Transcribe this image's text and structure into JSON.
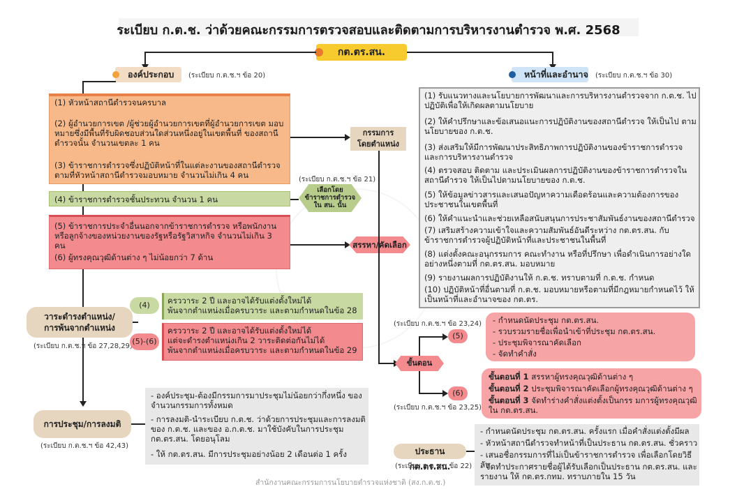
{
  "title": "ระเบียบ ก.ต.ช. ว่าด้วยคณะกรรมการตรวจสอบและติดตามการบริหารงานตำรวจ พ.ศ. 2568",
  "root": "กต.ตร.สน.",
  "composition": {
    "label": "องค์ประกอบ",
    "ref": "(ระเบียบ ก.ต.ช.ฯ ข้อ 20)",
    "items": [
      "(1) หัวหน้าสถานีตำรวจนครบาล",
      "(2) ผู้อำนวยการเขต /ผู้ช่วยผู้อำนวยการเขตที่ผู้อำนวยการเขต มอบหมายซึ่งมีพื้นที่รับผิดชอบส่วนใดส่วนหนึ่งอยู่ในเขตพื้นที่ ของสถานีตำรวจนั้น จำนวนเขตละ 1 คน",
      "(3) ข้าราชการตำรวจซึ่งปฏิบัติหน้าที่ในแต่ละงานของสถานีตำรวจ ตามที่หัวหน้าสถานีตำรวจมอบหมาย จำนวนไม่เกิน 4 คน",
      "(4) ข้าราชการตำรวจชั้นประทวน จำนวน 1 คน",
      "(5) ข้าราชการประจำอื่นนอกจากข้าราชการตำรวจ หรือพนักงาน หรือลูกจ้างของหน่วยงานของรัฐหรือรัฐวิสาหกิจ จำนวนไม่เกิน 3 คน",
      "(6) ผู้ทรงคุณวุฒิด้านต่าง ๆ ไม่น้อยกว่า 7 ด้าน"
    ]
  },
  "by_position": "กรรมการ\nโดยตำแหน่ง",
  "elected": {
    "ref": "(ระเบียบ ก.ต.ช.ฯ ข้อ 21)",
    "text": "เลือกโดย\nข้าราชการตำรวจ\nใน สน. นั้น"
  },
  "recruit": "สรรหา/คัดเลือก",
  "duties": {
    "label": "หน้าที่และอำนาจ",
    "ref": "(ระเบียบ ก.ต.ช.ฯ ข้อ 30)",
    "items": [
      "(1) รับแนวทางและนโยบายการพัฒนาและการบริหารงานตำรวจจาก ก.ต.ช. ไปปฏิบัติเพื่อให้เกิดผลตามนโยบาย",
      "(2) ให้คำปรึกษาและข้อเสนอแนะการปฏิบัติงานของสถานีตำรวจ ให้เป็นไป ตามนโยบายของ ก.ต.ช.",
      "(3) ส่งเสริมให้มีการพัฒนาประสิทธิภาพการปฏิบัติงานของข้าราชการตำรวจ และการบริหารงานตำรวจ",
      "(4) ตรวจสอบ ติดตาม และประเมินผลการปฏิบัติงานของข้าราชการตำรวจใน สถานีตำรวจ ให้เป็นไปตามนโยบายของ ก.ต.ช.",
      "(5) ให้ข้อมูลข่าวสารและเสนอปัญหาความเดือดร้อนและความต้องการของ ประชาชนในเขตพื้นที่",
      "(6) ให้คำแนะนำและช่วยเหลือสนับสนุนการประชาสัมพันธ์งานของสถานีตำรวจ",
      "(7) เสริมสร้างความเข้าใจและความสัมพันธ์อันดีระหว่าง กต.ตร.สน. กับ ข้าราชการตำรวจผู้ปฏิบัติหน้าที่และประชาชนในพื้นที่",
      "(8) แต่งตั้งคณะอนุกรรมการ คณะทำงาน หรือที่ปรึกษา เพื่อดำเนินการอย่างใด อย่างหนึ่งตามที่ กต.ตร.สน. มอบหมาย",
      "(9) รายงานผลการปฏิบัติงานให้ ก.ต.ช. ทราบตามที่ ก.ต.ช. กำหนด",
      "(10) ปฏิบัติหน้าที่อื่นตามที่ ก.ต.ช. มอบหมายหรือตามที่มีกฎหมายกำหนดไว้ ให้เป็นหน้าที่และอำนาจของ กต.ตร."
    ]
  },
  "term": {
    "label": "วาระดำรงตำแหน่ง/\nการพ้นจากตำแหน่ง",
    "ref": "(ระเบียบ ก.ต.ช.ฯ ข้อ 27,28,29)",
    "tag4": "(4)",
    "text4": "ครววาระ 2 ปี และอาจได้รับแต่งตั้งใหม่ได้\nพ้นจากตำแหน่งเมื่อครบวาระ และตามกำหนดในข้อ 28",
    "tag56": "(5)-(6)",
    "text56": "ครววาระ 2 ปี และอาจได้รับแต่งตั้งใหม่ได้\nแต่จะดำรงตำแหน่งเกิน 2 วาระติดต่อกันไม่ได้\nพ้นจากตำแหน่งเมื่อครบวาระ และตามกำหนดในข้อ 29"
  },
  "meeting": {
    "label": "การประชุม/การลงมติ",
    "ref": "(ระเบียบ ก.ต.ช.ฯ ข้อ 42,43)",
    "items": [
      "- องค์ประชุม-ต้องมีกรรมการมาประชุมไม่น้อยกว่ากึ่งหนึ่ง ของจำนวนกรรมการทั้งหมด",
      "- การลงมติ-นำระเบียบ ก.ต.ช. ว่าด้วยการประชุมและการลงมติ ของ ก.ต.ช. และของ อ.ก.ต.ช. มาใช้บังคับในการประชุม กต.ตร.สน. โดยอนุโลม",
      "- ให้ กต.ตร.สน. มีการประชุมอย่างน้อย 2 เดือนต่อ 1 ครั้ง"
    ]
  },
  "steps": {
    "label": "ขั้นตอน",
    "ref5": "(ระเบียบ ก.ต.ช.ฯ ข้อ 23,24)",
    "tag5": "(5)",
    "items5": [
      "- กำหนดนัดประชุม กต.ตร.สน.",
      "- รวบรวมรายชื่อเพื่อนำเข้าที่ประชุม กต.ตร.สน.",
      "- ประชุมพิจารณาคัดเลือก",
      "- จัดทำคำสั่ง"
    ],
    "ref6": "(ระเบียบ ก.ต.ช.ฯ ข้อ 23,25)",
    "tag6": "(6)",
    "items6": [
      {
        "bold": "ขั้นตอนที่ 1",
        "text": " สรรหาผู้ทรงคุณวุฒิด้านต่าง ๆ"
      },
      {
        "bold": "ขั้นตอนที่ 2",
        "text": " ประชุมพิจารณาคัดเลือกผู้ทรงคุณวุฒิด้านต่าง ๆ"
      },
      {
        "bold": "ขั้นตอนที่ 3",
        "text": " จัดทำร่างคำสั่งแต่งตั้งเป็นกรร มการผู้ทรงคุณวุฒิ ใน กต.ตร.สน."
      }
    ]
  },
  "chair": {
    "label": "ประธาน กต.ตร.สน.",
    "ref": "(ระเบียบ ก.ต.ช.ฯ ข้อ 22)",
    "items": [
      "- กำหนดนัดประชุม กต.ตร.สน. ครั้งแรก เมื่อคำสั่งแต่งตั้งมีผล",
      "- หัวหน้าสถานีตำรวจทำหน้าที่เป็นประธาน กต.ตร.สน. ชั่วคราว",
      "- เสนอชื่อกรรมการที่ไม่เป็นข้าราชการตำรวจ เพื่อเลือกโดยวิธีลับ",
      "- จัดทำประกาศรายชื่อผู้ได้รับเลือกเป็นประธาน กต.ตร.สน. และรายงาน ให้ กต.ตร.กทม. ทราบภายใน 15 วัน"
    ]
  },
  "footer": "สำนักงานคณะกรรมการนโยบายตำรวจแห่งชาติ (สง.ก.ต.ช.)",
  "colors": {
    "orange": "#f8b98a",
    "green": "#c8d9a1",
    "pink": "#f28a8e",
    "yellow": "#f7cb2e",
    "blue_label": "#cfe4f6",
    "tan": "#e7d6bf"
  }
}
